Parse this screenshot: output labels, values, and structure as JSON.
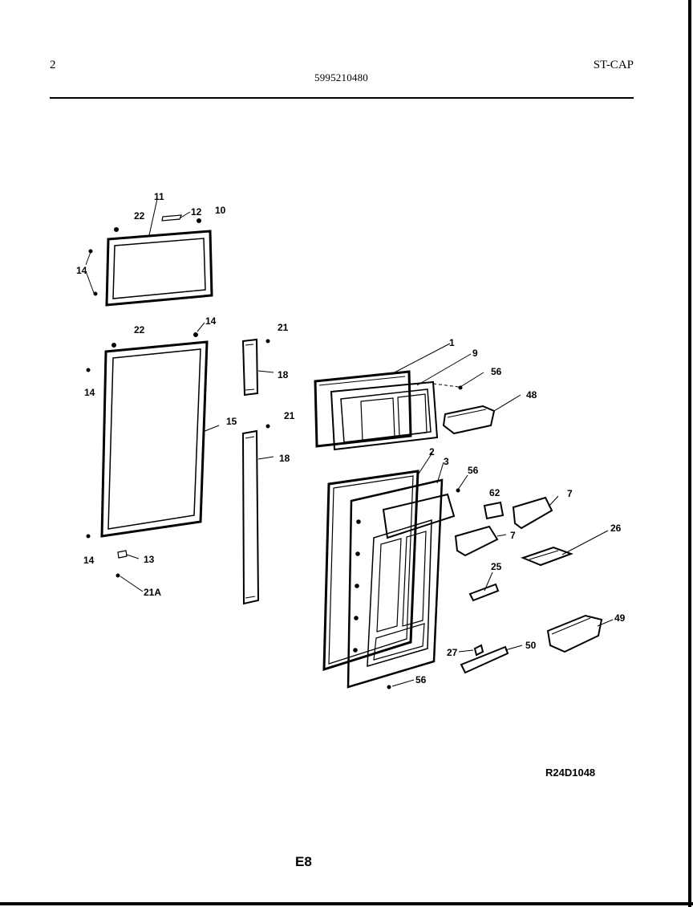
{
  "header": {
    "page_number": "2",
    "part_number": "5995210480",
    "model_code": "ST-CAP"
  },
  "callouts": {
    "c1": "1",
    "c2": "2",
    "c3": "3",
    "c7a": "7",
    "c7b": "7",
    "c9": "9",
    "c10": "10",
    "c11": "11",
    "c12": "12",
    "c13": "13",
    "c14a": "14",
    "c14b": "14",
    "c14c": "14",
    "c14d": "14",
    "c15": "15",
    "c18a": "18",
    "c18b": "18",
    "c21a": "21",
    "c21b": "21",
    "c21A": "21A",
    "c22a": "22",
    "c22b": "22",
    "c25": "25",
    "c26": "26",
    "c27": "27",
    "c48": "48",
    "c49": "49",
    "c50": "50",
    "c56a": "56",
    "c56b": "56",
    "c56c": "56",
    "c62": "62"
  },
  "footer": {
    "drawing_code": "R24D1048",
    "page_code": "E8"
  }
}
